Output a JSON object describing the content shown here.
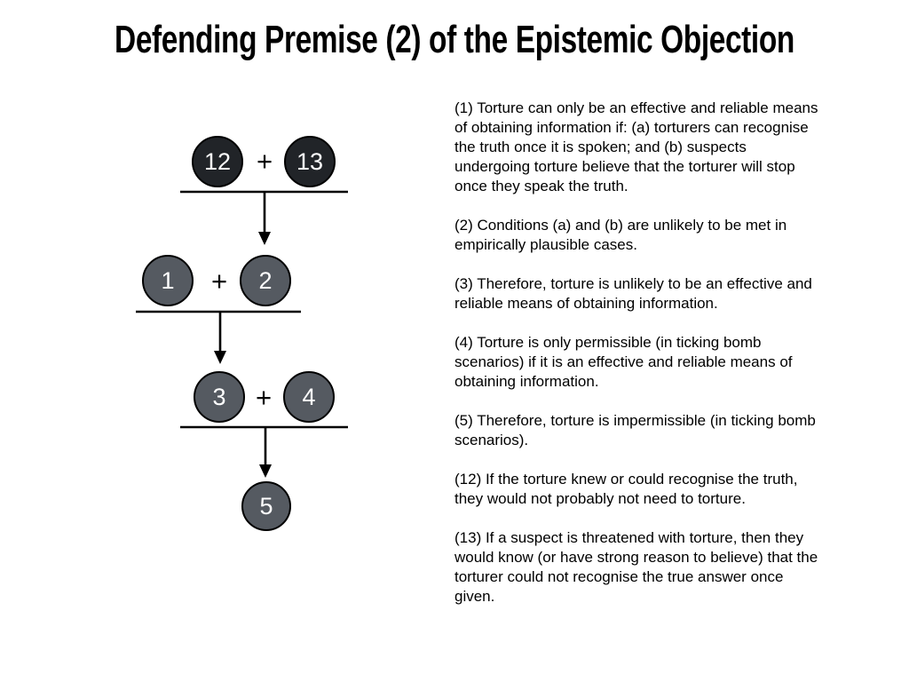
{
  "slide": {
    "title": "Defending Premise (2) of the Epistemic Objection",
    "background_color": "#ffffff"
  },
  "diagram": {
    "plus_label": "+",
    "colors": {
      "dark_node_fill": "#212428",
      "gray_node_fill": "#555a61",
      "node_stroke": "#000000",
      "node_text": "#ffffff",
      "line_color": "#000000"
    },
    "rows": [
      {
        "left_label": "12",
        "right_label": "13",
        "style": "dark"
      },
      {
        "left_label": "1",
        "right_label": "2",
        "style": "gray"
      },
      {
        "left_label": "3",
        "right_label": "4",
        "style": "gray"
      }
    ],
    "conclusion_label": "5"
  },
  "premises": [
    {
      "id": "(1)",
      "text": "(1) Torture can only be an effective and reliable means\nof obtaining information if: (a) torturers can recognise\nthe truth once it is spoken; and (b) suspects\nundergoing torture believe that the torturer will stop\nonce they speak the truth."
    },
    {
      "id": "(2)",
      "text": "(2) Conditions (a) and (b) are unlikely to be met in\nempirically plausible cases."
    },
    {
      "id": "(3)",
      "text": "(3) Therefore, torture is unlikely to be an effective and\nreliable means of obtaining information."
    },
    {
      "id": "(4)",
      "text": "(4) Torture is only permissible (in ticking bomb\nscenarios) if it is an effective and reliable means of\nobtaining information."
    },
    {
      "id": "(5)",
      "text": "(5) Therefore, torture is impermissible (in ticking bomb\nscenarios)."
    },
    {
      "id": "(12)",
      "text": "(12) If the torture knew or could recognise the truth,\nthey would not probably not need to torture."
    },
    {
      "id": "(13)",
      "text": "(13) If a suspect is threatened with torture, then they\nwould know (or have strong reason to believe) that the\ntorturer could not recognise the true answer once\ngiven."
    }
  ]
}
